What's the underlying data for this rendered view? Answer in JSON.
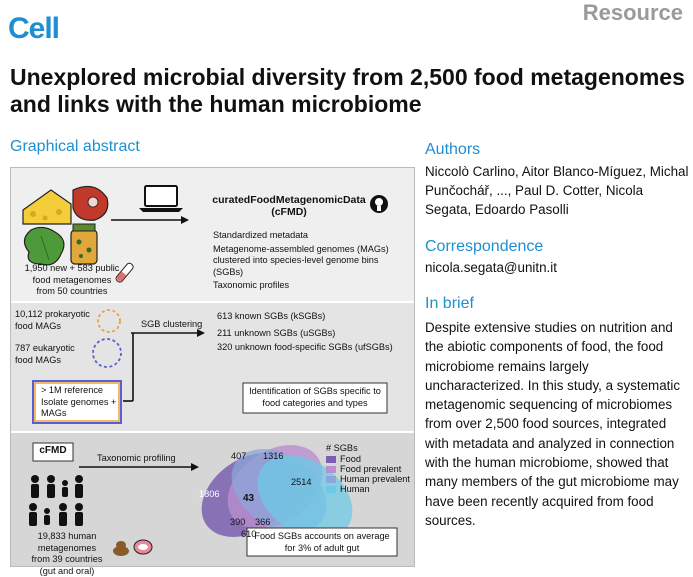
{
  "header": {
    "journal": "Cell",
    "section": "Resource"
  },
  "title": "Unexplored microbial diversity from 2,500 food metagenomes and links with the human microbiome",
  "graphical_abstract": {
    "heading": "Graphical abstract",
    "top": {
      "samples_text": [
        "1,950 new + 583 public",
        "food metagenomes",
        "from 50 countries"
      ],
      "db_name": "curatedFoodMetagenomicData",
      "db_abbrev": "(cFMD)",
      "features": [
        "Standardized metadata",
        "Metagenome-assembled genomes (MAGs)",
        "clustered into species-level genome bins (SGBs)",
        "Taxonomic profiles"
      ]
    },
    "middle": {
      "prok": [
        "10,112 prokaryotic",
        "food MAGs"
      ],
      "euk": [
        "787 eukaryotic",
        "food MAGs"
      ],
      "ref": [
        "> 1M reference",
        "Isolate genomes +",
        "MAGs"
      ],
      "clustering_label": "SGB clustering",
      "sgb_lines": [
        "613 known SGBs (kSGBs)",
        "211 unknown SGBs (uSGBs)",
        "320 unknown food-specific SGBs (ufSGBs)"
      ],
      "identification": [
        "Identification of SGBs specific to",
        "food categories and types"
      ]
    },
    "bottom": {
      "cfmd_label": "cFMD",
      "profiling_label": "Taxonomic profiling",
      "human_text": [
        "19,833 human metagenomes",
        "from 39 countries",
        "(gut and oral)"
      ],
      "venn": {
        "n1806": "1806",
        "n407": "407",
        "n1316": "1316",
        "n2514": "2514",
        "n43": "43",
        "n390": "390",
        "n366": "366",
        "n610": "610"
      },
      "legend_title": "# SGBs",
      "legend": [
        {
          "label": "Food",
          "color": "#7b5fb0"
        },
        {
          "label": "Food prevalent",
          "color": "#b98fd0"
        },
        {
          "label": "Human prevalent",
          "color": "#8aa7d8"
        },
        {
          "label": "Human",
          "color": "#6ec9e6"
        }
      ],
      "note": [
        "Food SGBs accounts on average",
        "for 3% of adult gut"
      ]
    }
  },
  "authors": {
    "heading": "Authors",
    "text": "Niccolò Carlino, Aitor Blanco-Míguez, Michal Punčochář, ..., Paul D. Cotter, Nicola Segata, Edoardo Pasolli"
  },
  "correspondence": {
    "heading": "Correspondence",
    "email": "nicola.segata@unitn.it"
  },
  "brief": {
    "heading": "In brief",
    "text": "Despite extensive studies on nutrition and the abiotic components of food, the food microbiome remains largely uncharacterized. In this study, a systematic metagenomic sequencing of microbiomes from over 2,500 food sources, integrated with metadata and analyzed in connection with the human microbiome, showed that many members of the gut microbiome may have been recently acquired from food sources."
  }
}
